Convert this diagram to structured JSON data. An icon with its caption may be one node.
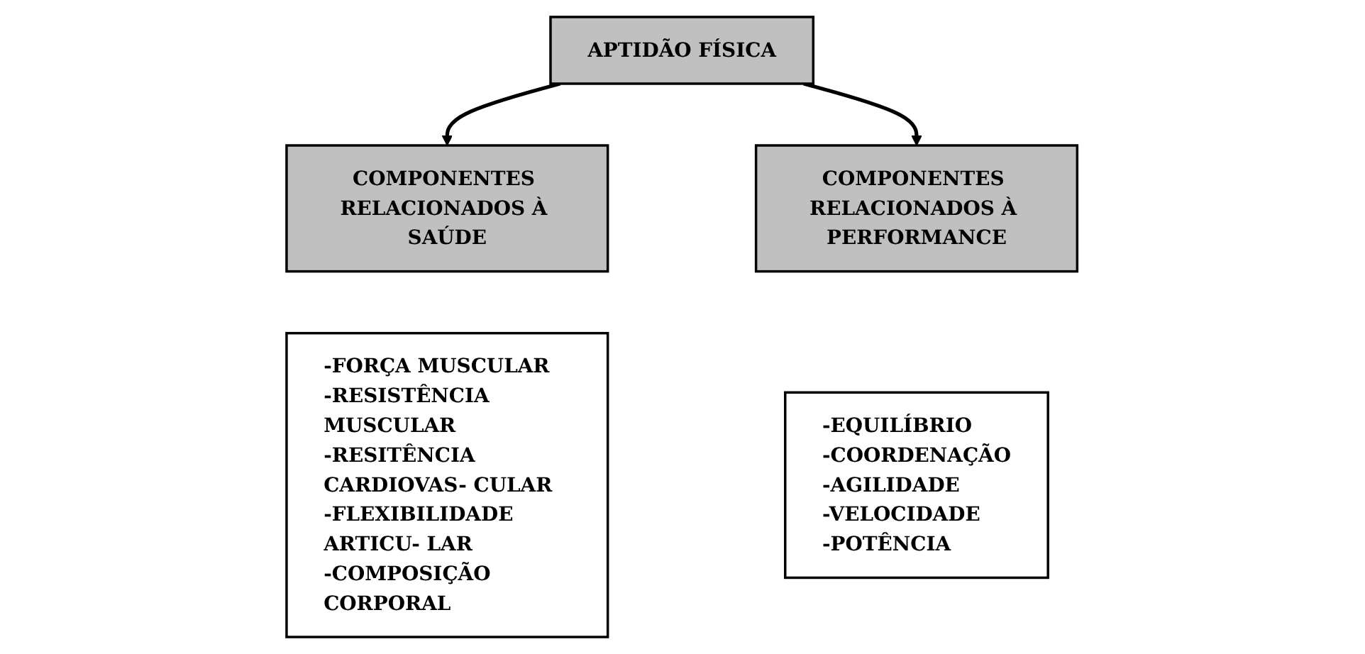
{
  "diagram": {
    "nodes": [
      {
        "text": [
          "APTIDÃO FÍSICA"
        ]
      },
      {
        "text": [
          "COMPONENTES RELACIONADOS À SAÚDE"
        ]
      },
      {
        "text": [
          "-FORÇA MUSCULAR",
          "-RESISTÊNCIA MUSCULAR",
          "-RESITÊNCIA CARDIOVAS- CULAR",
          "-FLEXIBILIDADE ARTICU- LAR",
          "-COMPOSIÇÃO CORPORAL"
        ]
      },
      {
        "text": [
          "COMPONENTES RELACIONADOS À PERFORMANCE"
        ]
      },
      {
        "text": [
          "-EQUILÍBRIO",
          "-COORDENAÇÃO",
          "-AGILIDADE",
          "-VELOCIDADE",
          "-POTÊNCIA"
        ]
      }
    ],
    "edges": [
      {
        "from": 0,
        "to": 1,
        "arrow": "to"
      },
      {
        "from": 0,
        "to": 3,
        "arrow": "to"
      }
    ]
  }
}
